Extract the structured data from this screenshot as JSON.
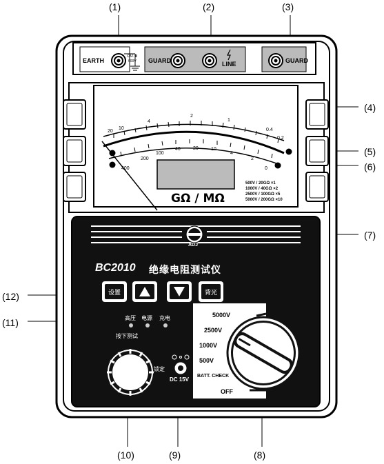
{
  "callouts": [
    "(1)",
    "(2)",
    "(3)",
    "(4)",
    "(5)",
    "(6)",
    "(7)",
    "(8)",
    "(9)",
    "(10)",
    "(11)",
    "(12)"
  ],
  "terminals": {
    "earth": "EARTH",
    "guard_left": "GUARD",
    "line": "LINE",
    "guard_right": "GUARD",
    "cat_label_1": "CAT. Ⅲ",
    "cat_label_2": "600V"
  },
  "meter": {
    "unit_label": "GΩ / MΩ",
    "top_scale": [
      "20",
      "10",
      "4",
      "2",
      "1",
      "0.4",
      "0.2"
    ],
    "bottom_scale": [
      "400",
      "200",
      "100",
      "40",
      "20",
      "10",
      "4",
      "2",
      "0"
    ],
    "range_table": [
      [
        "500V / 20GΩ",
        "×1"
      ],
      [
        "1000V / 40GΩ",
        "×2"
      ],
      [
        "2500V / 100GΩ",
        "×5"
      ],
      [
        "5000V / 200GΩ",
        "×10"
      ]
    ],
    "adj": "ADJ"
  },
  "panel": {
    "model": "BC2010",
    "name": "绝缘电阻测试仪",
    "btn_set": "设置",
    "btn_backlight": "背光",
    "led_hv": "高压",
    "led_power": "电源",
    "led_charge": "充电",
    "press_test": "按下测试",
    "lock": "锁定",
    "dc_in": "DC 15V"
  },
  "selector": {
    "positions": [
      "5000V",
      "2500V",
      "1000V",
      "500V",
      "BATT. CHECK",
      "OFF"
    ]
  }
}
